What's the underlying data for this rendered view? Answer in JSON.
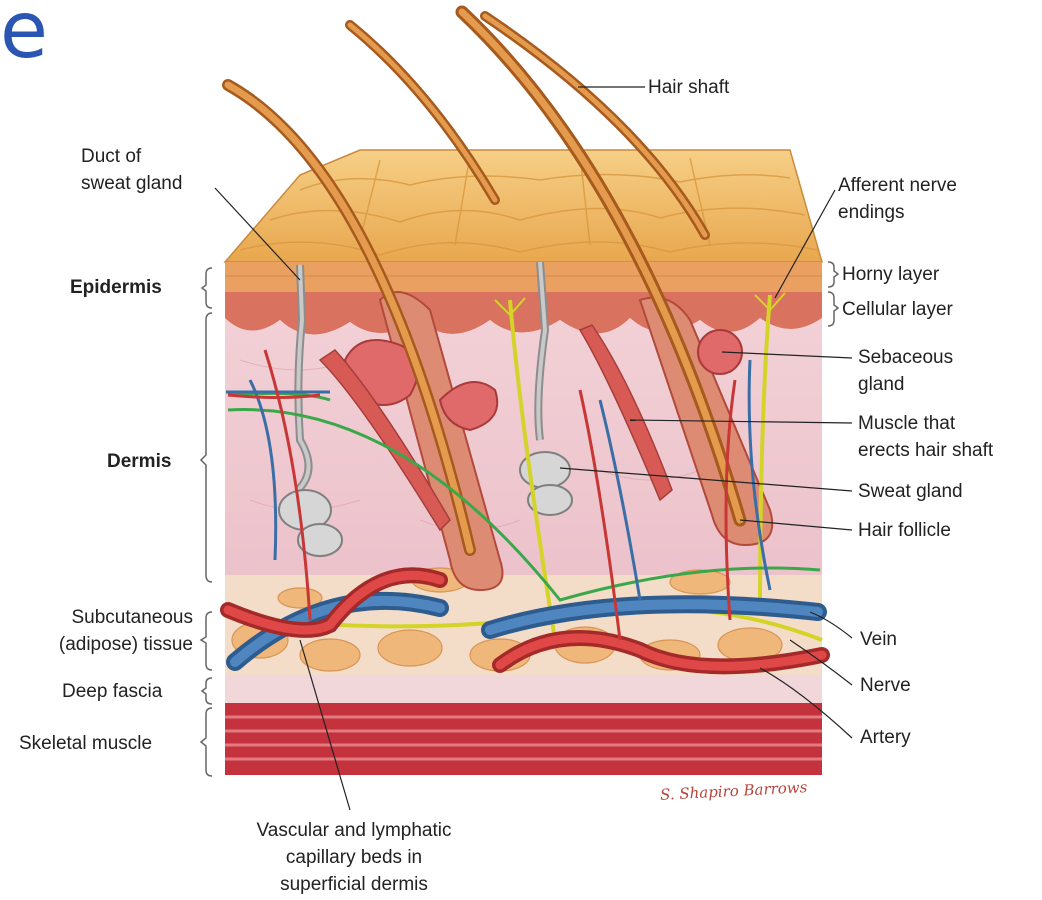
{
  "header": {
    "partial_title_char": "e"
  },
  "diagram": {
    "labels": {
      "hair_shaft": "Hair shaft",
      "duct_of_sweat_gland": "Duct of\nsweat gland",
      "afferent_nerve_endings": "Afferent nerve\nendings",
      "epidermis": "Epidermis",
      "horny_layer": "Horny layer",
      "cellular_layer": "Cellular layer",
      "sebaceous_gland": "Sebaceous\ngland",
      "muscle_erects_hair": "Muscle that\nerects hair shaft",
      "dermis": "Dermis",
      "sweat_gland": "Sweat gland",
      "hair_follicle": "Hair follicle",
      "subcutaneous_tissue": "Subcutaneous\n(adipose) tissue",
      "vein": "Vein",
      "deep_fascia": "Deep fascia",
      "nerve": "Nerve",
      "skeletal_muscle": "Skeletal muscle",
      "artery": "Artery",
      "vascular_lymphatic": "Vascular and lymphatic\ncapillary beds in\nsuperficial dermis"
    },
    "signature": "S. Shapiro Barrows"
  }
}
